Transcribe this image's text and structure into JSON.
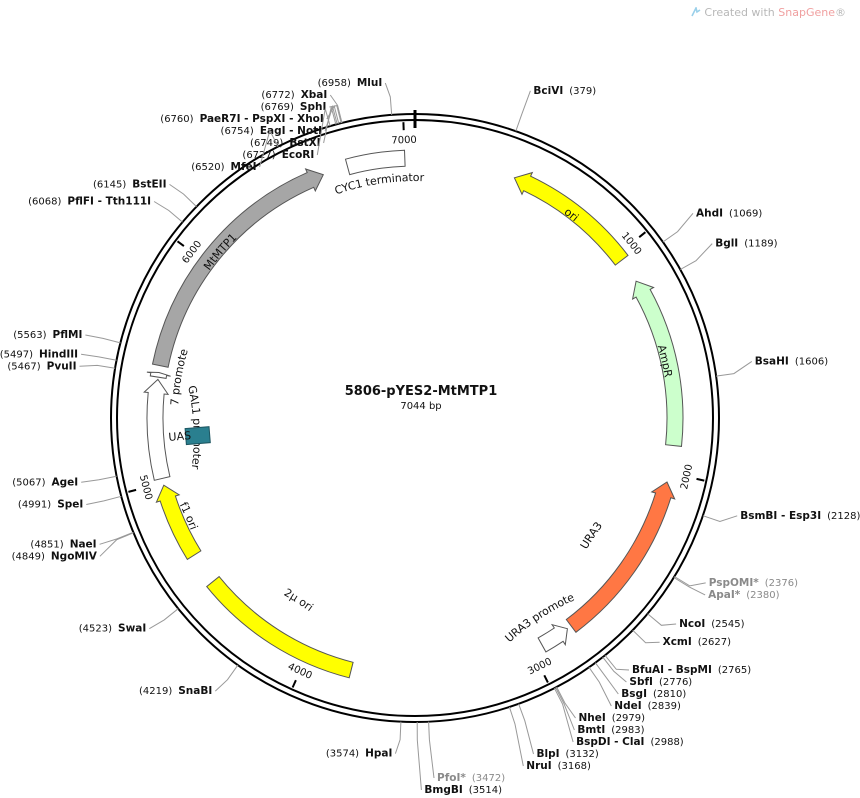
{
  "credit": {
    "prefix": "Created with ",
    "brand": "SnapGene",
    "mark": "®"
  },
  "plasmid": {
    "name": "5806-pYES2-MtMTP1",
    "length_label": "7044 bp",
    "length": 7044
  },
  "ticks": [
    {
      "position": 1000,
      "label": "1000"
    },
    {
      "position": 2000,
      "label": "2000"
    },
    {
      "position": 3000,
      "label": "3000"
    },
    {
      "position": 4000,
      "label": "4000"
    },
    {
      "position": 5000,
      "label": "5000"
    },
    {
      "position": 6000,
      "label": "6000"
    },
    {
      "position": 7000,
      "label": "7000"
    }
  ],
  "features": [
    {
      "name": "ori",
      "label": "ori",
      "start": 1030,
      "end": 440,
      "color": "#ffff00",
      "type": "arrow"
    },
    {
      "name": "AmpR",
      "label": "AmpR",
      "start": 1880,
      "end": 1140,
      "color": "#ccffcc",
      "type": "arrow"
    },
    {
      "name": "URA3",
      "label": "URA3",
      "start": 2800,
      "end": 2040,
      "color": "#ff7744",
      "type": "arrow"
    },
    {
      "name": "URA3 promoter",
      "label": "URA3 promoter",
      "start": 2950,
      "end": 2820,
      "color": "#ffffff",
      "type": "arrow"
    },
    {
      "name": "2µ ori",
      "label": "2µ ori",
      "start": 3800,
      "end": 4520,
      "color": "#ffff00",
      "type": "box"
    },
    {
      "name": "f1 ori",
      "label": "f1 ori",
      "start": 4660,
      "end": 4990,
      "color": "#ffff00",
      "type": "arrow"
    },
    {
      "name": "GAL1 promoter",
      "label": "GAL1 promoter",
      "start": 5020,
      "end": 5450,
      "color": "#ffffff",
      "type": "arrow"
    },
    {
      "name": "T7 promoter",
      "label": "T7 promoter",
      "start": 5460,
      "end": 5480,
      "color": "#ffffff",
      "type": "arrow"
    },
    {
      "name": "MtMTP1",
      "label": "MtMTP1",
      "start": 5510,
      "end": 6640,
      "color": "#a6a6a6",
      "type": "arrow"
    },
    {
      "name": "CYC1 terminator",
      "label": "CYC1 terminator",
      "start": 6750,
      "end": 7000,
      "color": "#ffffff",
      "type": "box"
    },
    {
      "name": "UAS",
      "label": "UAS",
      "start": 5170,
      "end": 5215,
      "color": "#2a7f8f",
      "type": "inner-box"
    }
  ],
  "sites": [
    {
      "name": "MluI",
      "pos": 6958,
      "pos_label": "(6958)"
    },
    {
      "name": "BciVI",
      "pos": 379,
      "pos_label": "(379)"
    },
    {
      "name": "AhdI",
      "pos": 1069,
      "pos_label": "(1069)"
    },
    {
      "name": "BglI",
      "pos": 1189,
      "pos_label": "(1189)"
    },
    {
      "name": "BsaHI",
      "pos": 1606,
      "pos_label": "(1606)"
    },
    {
      "name": "BsmBI - Esp3I",
      "pos": 2128,
      "pos_label": "(2128)"
    },
    {
      "name": "PspOMI*",
      "pos": 2376,
      "pos_label": "(2376)",
      "dim": true
    },
    {
      "name": "ApaI*",
      "pos": 2380,
      "pos_label": "(2380)",
      "dim": true
    },
    {
      "name": "NcoI",
      "pos": 2545,
      "pos_label": "(2545)"
    },
    {
      "name": "XcmI",
      "pos": 2627,
      "pos_label": "(2627)"
    },
    {
      "name": "BfuAI - BspMI",
      "pos": 2765,
      "pos_label": "(2765)"
    },
    {
      "name": "SbfI",
      "pos": 2776,
      "pos_label": "(2776)"
    },
    {
      "name": "BsgI",
      "pos": 2810,
      "pos_label": "(2810)"
    },
    {
      "name": "NdeI",
      "pos": 2839,
      "pos_label": "(2839)"
    },
    {
      "name": "NheI",
      "pos": 2979,
      "pos_label": "(2979)"
    },
    {
      "name": "BmtI",
      "pos": 2983,
      "pos_label": "(2983)"
    },
    {
      "name": "BspDI - ClaI",
      "pos": 2988,
      "pos_label": "(2988)"
    },
    {
      "name": "BlpI",
      "pos": 3132,
      "pos_label": "(3132)"
    },
    {
      "name": "NruI",
      "pos": 3168,
      "pos_label": "(3168)"
    },
    {
      "name": "PfoI*",
      "pos": 3472,
      "pos_label": "(3472)",
      "dim": true
    },
    {
      "name": "BmgBI",
      "pos": 3514,
      "pos_label": "(3514)"
    },
    {
      "name": "HpaI",
      "pos": 3574,
      "pos_label": "(3574)"
    },
    {
      "name": "SnaBI",
      "pos": 4219,
      "pos_label": "(4219)"
    },
    {
      "name": "SwaI",
      "pos": 4523,
      "pos_label": "(4523)"
    },
    {
      "name": "NgoMIV",
      "pos": 4849,
      "pos_label": "(4849)"
    },
    {
      "name": "NaeI",
      "pos": 4851,
      "pos_label": "(4851)"
    },
    {
      "name": "SpeI",
      "pos": 4991,
      "pos_label": "(4991)"
    },
    {
      "name": "AgeI",
      "pos": 5067,
      "pos_label": "(5067)"
    },
    {
      "name": "PvuII",
      "pos": 5467,
      "pos_label": "(5467)"
    },
    {
      "name": "HindIII",
      "pos": 5497,
      "pos_label": "(5497)"
    },
    {
      "name": "PflMI",
      "pos": 5563,
      "pos_label": "(5563)"
    },
    {
      "name": "PflFI - Tth111I",
      "pos": 6068,
      "pos_label": "(6068)"
    },
    {
      "name": "BstEII",
      "pos": 6145,
      "pos_label": "(6145)"
    },
    {
      "name": "MfeI",
      "pos": 6520,
      "pos_label": "(6520)"
    },
    {
      "name": "EcoRI",
      "pos": 6727,
      "pos_label": "(6727)"
    },
    {
      "name": "BstXI",
      "pos": 6749,
      "pos_label": "(6749)"
    },
    {
      "name": "EagI - NotI",
      "pos": 6754,
      "pos_label": "(6754)"
    },
    {
      "name": "PaeR7I - PspXI - XhoI",
      "pos": 6760,
      "pos_label": "(6760)"
    },
    {
      "name": "SphI",
      "pos": 6769,
      "pos_label": "(6769)"
    },
    {
      "name": "XbaI",
      "pos": 6772,
      "pos_label": "(6772)"
    }
  ]
}
